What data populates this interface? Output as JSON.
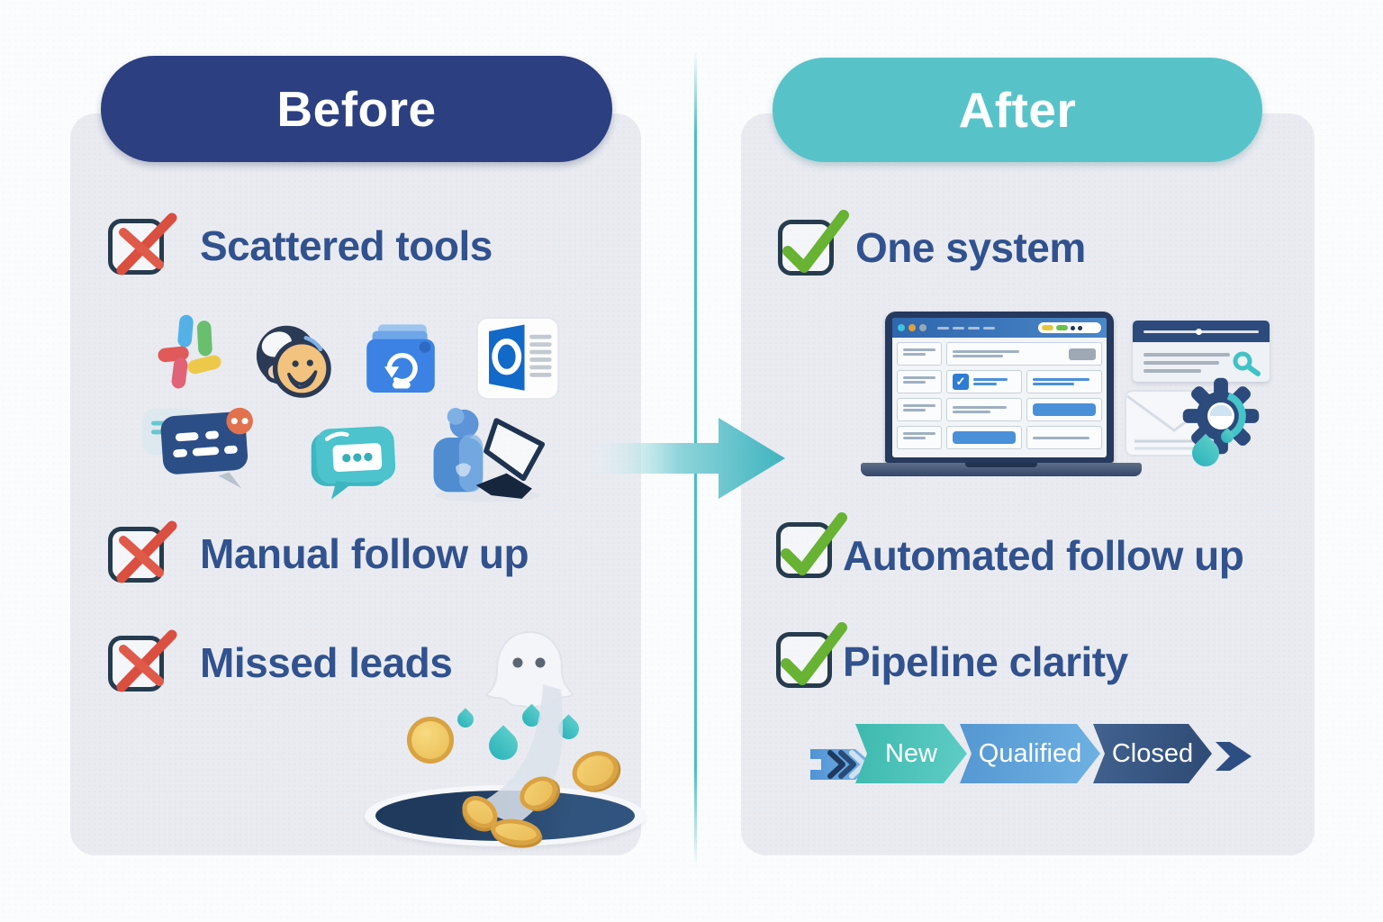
{
  "header": {
    "before": "Before",
    "after": "After"
  },
  "before": {
    "items": [
      {
        "label": "Scattered tools",
        "mark": "red-x"
      },
      {
        "label": "Manual follow up",
        "mark": "red-x"
      },
      {
        "label": "Missed leads",
        "mark": "red-x"
      }
    ],
    "tool_icons": [
      "slack-icon",
      "mailchimp-mascot-icon",
      "folder-sync-icon",
      "outlook-icon",
      "chat-notification-icon",
      "chat-typing-icon",
      "person-with-laptop-icon"
    ],
    "illustration_icons": [
      "ghost-icon",
      "water-drop-icon",
      "coin-icon",
      "money-hole-icon"
    ]
  },
  "after": {
    "items": [
      {
        "label": "One system",
        "mark": "green-check"
      },
      {
        "label": "Automated follow up",
        "mark": "green-check"
      },
      {
        "label": "Pipeline clarity",
        "mark": "green-check"
      }
    ],
    "illustration_icons": [
      "crm-laptop-icon",
      "browser-card-icon",
      "magnifier-icon",
      "envelope-icon",
      "gear-icon",
      "water-drop-icon"
    ],
    "pipeline": {
      "stages": [
        {
          "label": "New",
          "color": "#4cc2b8"
        },
        {
          "label": "Qualified",
          "color": "#5ba0d8"
        },
        {
          "label": "Closed",
          "color": "#3a5a88"
        }
      ]
    }
  },
  "colors": {
    "before_header": "#2b3f81",
    "after_header": "#57c3c9",
    "panel_background": "#e9ebf1",
    "item_text": "#31528e",
    "red_x": "#db4f40",
    "green_check": "#68b234",
    "divider": "#49bec8",
    "arrow": "#3fb4c0"
  }
}
